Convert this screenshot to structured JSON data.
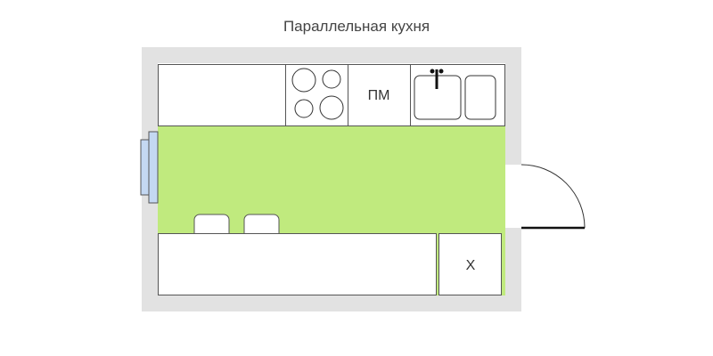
{
  "title": "Параллельная кухня",
  "labels": {
    "dishwasher": "ПМ",
    "fridge": "Х"
  },
  "colors": {
    "wall": "#e2e2e2",
    "floor": "#c0ea7e",
    "window": "#c4d8f2",
    "stroke": "#555555"
  }
}
